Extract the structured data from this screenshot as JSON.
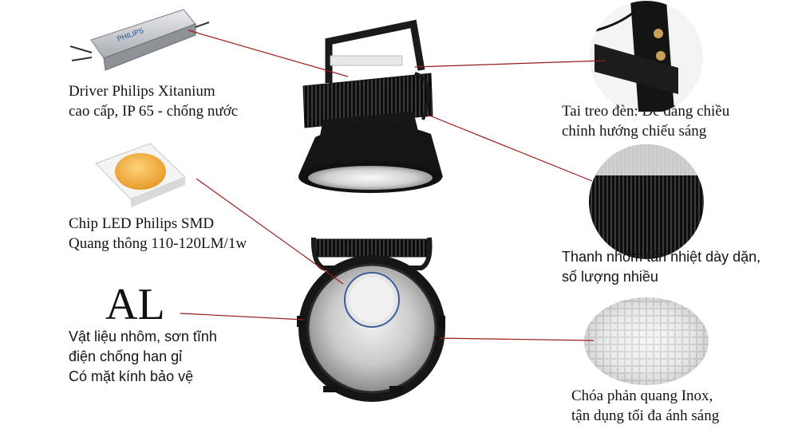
{
  "driver_brand": "PHILIPS",
  "material_symbol": "AL",
  "labels": {
    "driver": [
      "Driver Philips Xitanium",
      "cao cấp, IP 65 - chống nước"
    ],
    "chip": [
      "Chip LED Philips SMD",
      "Quang thông 110-120LM/1w"
    ],
    "material": [
      "Vật liệu nhôm, sơn tĩnh",
      "điện chống han gỉ",
      "Có mặt kính bảo vệ"
    ],
    "bracket": [
      "Tai treo đèn: Dễ dàng chiều",
      "chỉnh hướng chiếu sáng"
    ],
    "heatsink": [
      "Thanh nhôm tản nhiệt dày dặn,",
      "số lượng nhiều"
    ],
    "reflector": [
      "Chóa phản quang Inox,",
      "tận dụng tối đa ánh sáng"
    ]
  },
  "colors": {
    "callout_line": "#9b1b1b",
    "lamp_body": "#1a1a1a",
    "led_chip": "#f2b54a",
    "reflector": "#c8c8c8"
  }
}
